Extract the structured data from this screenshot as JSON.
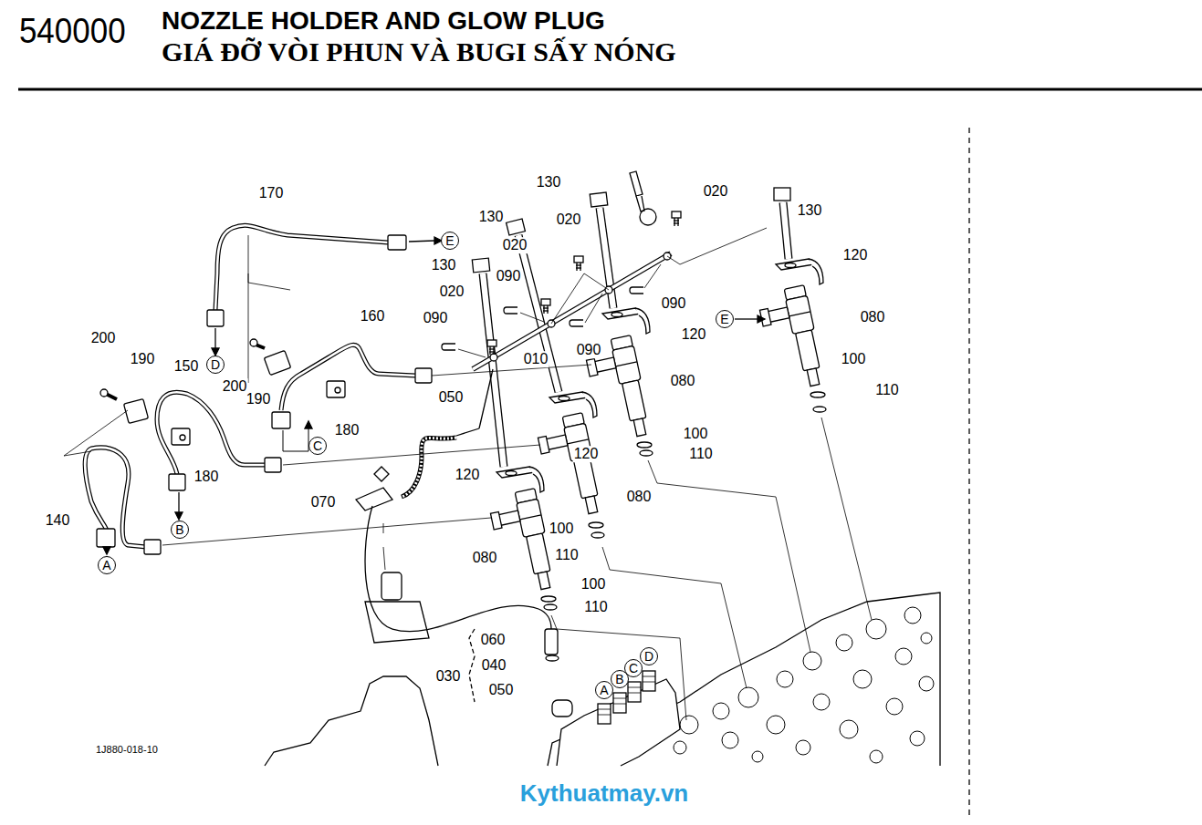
{
  "diagram": {
    "title": "NOZZLE HOLDER AND GLOW PLUG",
    "nodes": [
      {
        "text": [
          "E"
        ]
      },
      {
        "text": [
          "D"
        ]
      },
      {
        "text": [
          "E"
        ]
      },
      {
        "text": [
          "C"
        ]
      },
      {
        "text": [
          "B"
        ]
      },
      {
        "text": [
          "A"
        ]
      },
      {
        "text": [
          "D"
        ]
      },
      {
        "text": [
          "C"
        ]
      },
      {
        "text": [
          "B"
        ]
      },
      {
        "text": [
          "A"
        ]
      }
    ],
    "labels": [
      "540000",
      "GIÁ ĐỠ VÒI PHUN VÀ BUGI SẤY NÓNG",
      "170",
      "130",
      "020",
      "130",
      "020",
      "130",
      "020",
      "130",
      "020",
      "090",
      "120",
      "090",
      "160",
      "090",
      "200",
      "090",
      "010",
      "120",
      "080",
      "200",
      "190",
      "150",
      "190",
      "180",
      "050",
      "080",
      "100",
      "110",
      "180",
      "120",
      "100",
      "110",
      "120",
      "080",
      "070",
      "140",
      "100",
      "110",
      "080",
      "100",
      "110",
      "060",
      "040",
      "030",
      "050",
      "1J880-018-10",
      "Kythuatmay.vn"
    ]
  }
}
